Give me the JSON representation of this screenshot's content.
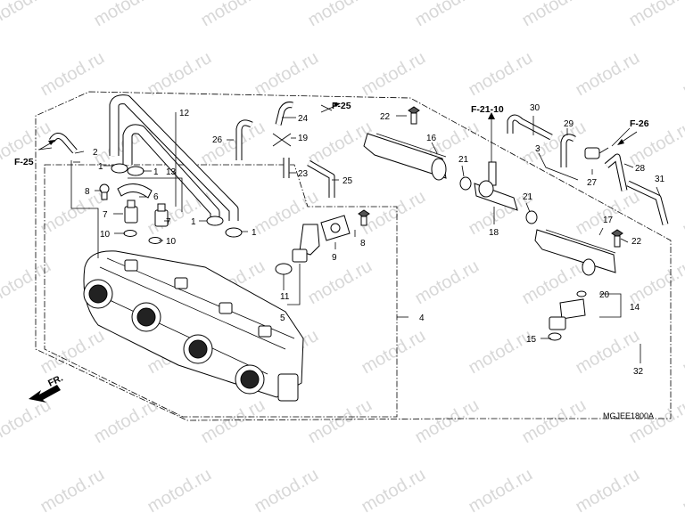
{
  "watermark": "motod.ru",
  "diagram_code": "MGJEE1800A",
  "front_indicator": "FR.",
  "refs": {
    "f25_left": "F-25",
    "f25_top": "F-25",
    "f21_10": "F-21-10",
    "f26": "F-26"
  },
  "callouts": {
    "c1a": "1",
    "c1b": "1",
    "c1c": "1",
    "c1d": "1",
    "c2": "2",
    "c3": "3",
    "c4": "4",
    "c5": "5",
    "c6": "6",
    "c7a": "7",
    "c7b": "7",
    "c8a": "8",
    "c8b": "8",
    "c9": "9",
    "c10a": "10",
    "c10b": "10",
    "c11": "11",
    "c12": "12",
    "c13": "13",
    "c14": "14",
    "c15": "15",
    "c16": "16",
    "c17": "17",
    "c18": "18",
    "c19": "19",
    "c20": "20",
    "c21a": "21",
    "c21b": "21",
    "c22a": "22",
    "c22b": "22",
    "c23": "23",
    "c24": "24",
    "c25": "25",
    "c26": "26",
    "c27": "27",
    "c28": "28",
    "c29": "29",
    "c30": "30",
    "c31": "31",
    "c32": "32"
  }
}
